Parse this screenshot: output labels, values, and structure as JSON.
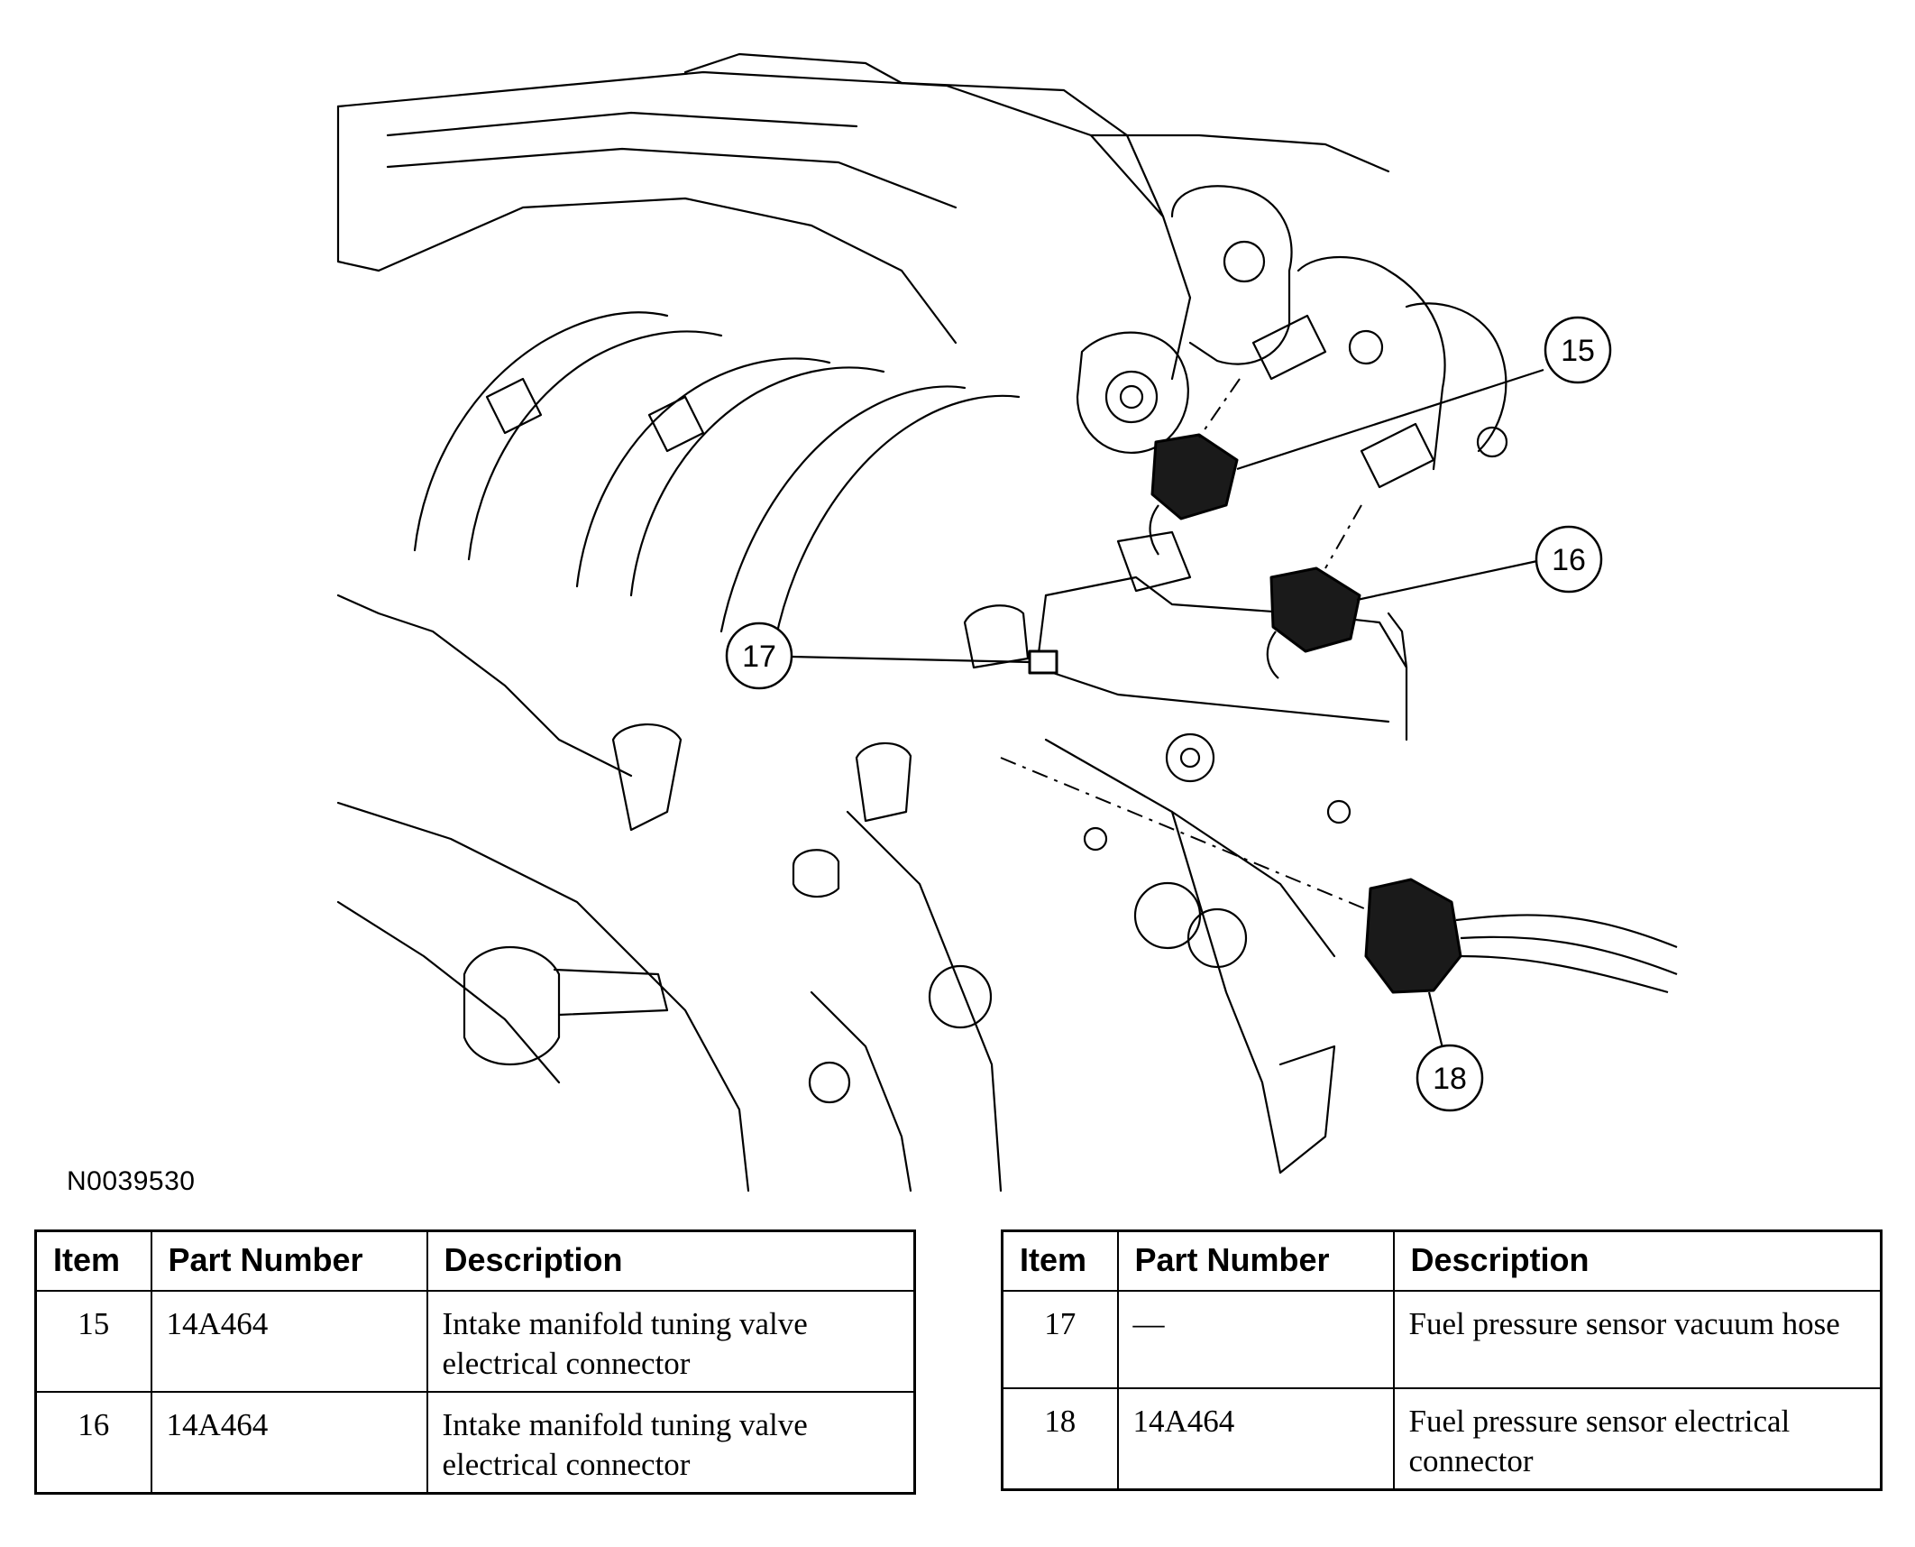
{
  "figure": {
    "id": "N0039530",
    "callouts": [
      "15",
      "16",
      "17",
      "18"
    ]
  },
  "table_headers": {
    "item": "Item",
    "part_number": "Part Number",
    "description": "Description"
  },
  "tables": [
    {
      "rows": [
        {
          "item": "15",
          "part_number": "14A464",
          "description": "Intake manifold tuning valve electrical connector"
        },
        {
          "item": "16",
          "part_number": "14A464",
          "description": "Intake manifold tuning valve electrical connector"
        }
      ]
    },
    {
      "rows": [
        {
          "item": "17",
          "part_number": "—",
          "description": "Fuel pressure sensor vacuum hose"
        },
        {
          "item": "18",
          "part_number": "14A464",
          "description": "Fuel pressure sensor electrical connector"
        }
      ]
    }
  ]
}
